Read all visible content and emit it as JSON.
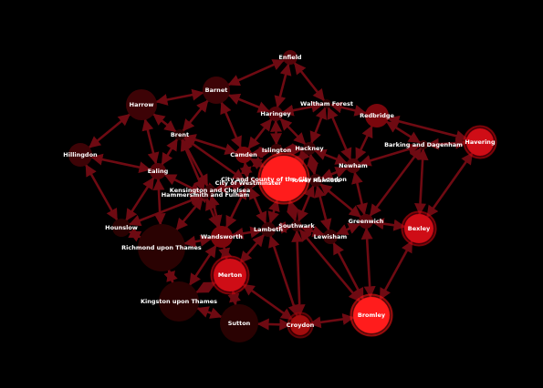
{
  "colors": {
    "background": "#000000",
    "edge": "#6e0a12",
    "node_palette": [
      "#2a0202",
      "#3d0306",
      "#56040a",
      "#7a060c",
      "#a3070f",
      "#cf0812",
      "#ff1a1a"
    ],
    "label": "#ffffff"
  },
  "nodes": [
    {
      "id": "enfield",
      "label": "Enfield",
      "level": 2
    },
    {
      "id": "barnet",
      "label": "Barnet",
      "level": 1
    },
    {
      "id": "harrow",
      "label": "Harrow",
      "level": 1
    },
    {
      "id": "waltham_forest",
      "label": "Waltham Forest",
      "level": 0
    },
    {
      "id": "redbridge",
      "label": "Redbridge",
      "level": 3
    },
    {
      "id": "haringey",
      "label": "Haringey",
      "level": 2
    },
    {
      "id": "havering",
      "label": "Havering",
      "level": 5
    },
    {
      "id": "hillingdon",
      "label": "Hillingdon",
      "level": 1
    },
    {
      "id": "brent",
      "label": "Brent",
      "level": 0
    },
    {
      "id": "camden",
      "label": "Camden",
      "level": 3
    },
    {
      "id": "islington",
      "label": "Islington",
      "level": 1
    },
    {
      "id": "hackney",
      "label": "Hackney",
      "level": 1
    },
    {
      "id": "barking_dagenham",
      "label": "Barking and Dagenham",
      "level": 1
    },
    {
      "id": "ealing",
      "label": "Ealing",
      "level": 2
    },
    {
      "id": "newham",
      "label": "Newham",
      "level": 2
    },
    {
      "id": "city_of_london",
      "label": "City and County of the City of London",
      "level": 6
    },
    {
      "id": "tower_hamlets",
      "label": "Tower Hamlets",
      "level": 1
    },
    {
      "id": "city_of_westminster",
      "label": "City of Westminster",
      "level": 1
    },
    {
      "id": "kensington_chelsea",
      "label": "Kensington and Chelsea",
      "level": 1
    },
    {
      "id": "hammersmith_fulham",
      "label": "Hammersmith and Fulham",
      "level": 1
    },
    {
      "id": "greenwich",
      "label": "Greenwich",
      "level": 2
    },
    {
      "id": "hounslow",
      "label": "Hounslow",
      "level": 0
    },
    {
      "id": "lambeth",
      "label": "Lambeth",
      "level": 1
    },
    {
      "id": "southwark",
      "label": "Southwark",
      "level": 1
    },
    {
      "id": "bexley",
      "label": "Bexley",
      "level": 5
    },
    {
      "id": "wandsworth",
      "label": "Wandsworth",
      "level": 3
    },
    {
      "id": "lewisham",
      "label": "Lewisham",
      "level": 1
    },
    {
      "id": "richmond",
      "label": "Richmond upon Thames",
      "level": 0
    },
    {
      "id": "merton",
      "label": "Merton",
      "level": 5
    },
    {
      "id": "kingston",
      "label": "Kingston upon Thames",
      "level": 0
    },
    {
      "id": "bromley",
      "label": "Bromley",
      "level": 6
    },
    {
      "id": "sutton",
      "label": "Sutton",
      "level": 0
    },
    {
      "id": "croydon",
      "label": "Croydon",
      "level": 4
    }
  ],
  "edges": [
    [
      "enfield",
      "barnet"
    ],
    [
      "enfield",
      "haringey"
    ],
    [
      "enfield",
      "waltham_forest"
    ],
    [
      "barnet",
      "harrow"
    ],
    [
      "barnet",
      "brent"
    ],
    [
      "barnet",
      "camden"
    ],
    [
      "barnet",
      "haringey"
    ],
    [
      "harrow",
      "hillingdon"
    ],
    [
      "harrow",
      "brent"
    ],
    [
      "harrow",
      "ealing"
    ],
    [
      "hillingdon",
      "ealing"
    ],
    [
      "hillingdon",
      "hounslow"
    ],
    [
      "brent",
      "ealing"
    ],
    [
      "brent",
      "camden"
    ],
    [
      "brent",
      "city_of_westminster"
    ],
    [
      "brent",
      "hammersmith_fulham"
    ],
    [
      "brent",
      "kensington_chelsea"
    ],
    [
      "ealing",
      "hounslow"
    ],
    [
      "ealing",
      "hammersmith_fulham"
    ],
    [
      "ealing",
      "richmond"
    ],
    [
      "haringey",
      "islington"
    ],
    [
      "haringey",
      "hackney"
    ],
    [
      "haringey",
      "camden"
    ],
    [
      "haringey",
      "waltham_forest"
    ],
    [
      "camden",
      "islington"
    ],
    [
      "camden",
      "city_of_westminster"
    ],
    [
      "camden",
      "city_of_london"
    ],
    [
      "islington",
      "hackney"
    ],
    [
      "islington",
      "city_of_london"
    ],
    [
      "hackney",
      "tower_hamlets"
    ],
    [
      "hackney",
      "newham"
    ],
    [
      "hackney",
      "waltham_forest"
    ],
    [
      "hackney",
      "city_of_london"
    ],
    [
      "waltham_forest",
      "redbridge"
    ],
    [
      "waltham_forest",
      "newham"
    ],
    [
      "redbridge",
      "havering"
    ],
    [
      "redbridge",
      "barking_dagenham"
    ],
    [
      "redbridge",
      "newham"
    ],
    [
      "havering",
      "barking_dagenham"
    ],
    [
      "havering",
      "bexley"
    ],
    [
      "barking_dagenham",
      "newham"
    ],
    [
      "barking_dagenham",
      "bexley"
    ],
    [
      "barking_dagenham",
      "greenwich"
    ],
    [
      "newham",
      "tower_hamlets"
    ],
    [
      "newham",
      "greenwich"
    ],
    [
      "tower_hamlets",
      "city_of_london"
    ],
    [
      "tower_hamlets",
      "southwark"
    ],
    [
      "tower_hamlets",
      "greenwich"
    ],
    [
      "tower_hamlets",
      "lewisham"
    ],
    [
      "city_of_london",
      "city_of_westminster"
    ],
    [
      "city_of_london",
      "southwark"
    ],
    [
      "city_of_london",
      "lambeth"
    ],
    [
      "city_of_westminster",
      "kensington_chelsea"
    ],
    [
      "city_of_westminster",
      "lambeth"
    ],
    [
      "city_of_westminster",
      "wandsworth"
    ],
    [
      "kensington_chelsea",
      "hammersmith_fulham"
    ],
    [
      "kensington_chelsea",
      "wandsworth"
    ],
    [
      "hammersmith_fulham",
      "hounslow"
    ],
    [
      "hammersmith_fulham",
      "richmond"
    ],
    [
      "hammersmith_fulham",
      "wandsworth"
    ],
    [
      "hounslow",
      "richmond"
    ],
    [
      "richmond",
      "wandsworth"
    ],
    [
      "richmond",
      "kingston"
    ],
    [
      "wandsworth",
      "lambeth"
    ],
    [
      "wandsworth",
      "merton"
    ],
    [
      "wandsworth",
      "kingston"
    ],
    [
      "lambeth",
      "southwark"
    ],
    [
      "lambeth",
      "merton"
    ],
    [
      "lambeth",
      "croydon"
    ],
    [
      "southwark",
      "lewisham"
    ],
    [
      "southwark",
      "bromley"
    ],
    [
      "southwark",
      "croydon"
    ],
    [
      "greenwich",
      "lewisham"
    ],
    [
      "greenwich",
      "bexley"
    ],
    [
      "greenwich",
      "bromley"
    ],
    [
      "lewisham",
      "bromley"
    ],
    [
      "bexley",
      "bromley"
    ],
    [
      "merton",
      "kingston"
    ],
    [
      "merton",
      "sutton"
    ],
    [
      "merton",
      "croydon"
    ],
    [
      "kingston",
      "sutton"
    ],
    [
      "sutton",
      "croydon"
    ],
    [
      "croydon",
      "bromley"
    ]
  ]
}
